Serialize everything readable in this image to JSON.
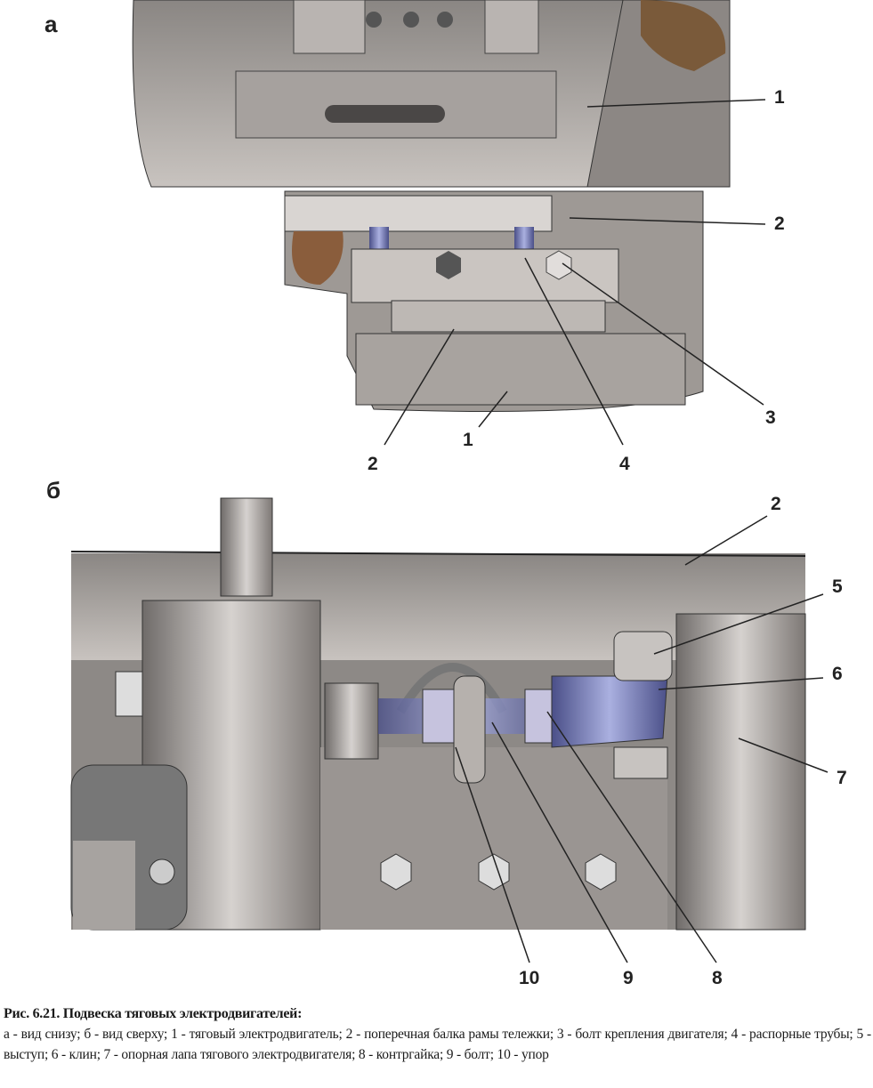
{
  "figure": {
    "panel_a_letter": "а",
    "panel_b_letter": "б",
    "callouts_a": [
      "1",
      "2",
      "3",
      "4",
      "1",
      "2"
    ],
    "callouts_b": [
      "2",
      "5",
      "6",
      "7",
      "8",
      "9",
      "10"
    ],
    "caption_title": "Рис. 6.21. Подвеска тяговых электродвигателей:",
    "caption_body": "а - вид снизу; б - вид сверху; 1 - тяговый электродвигатель; 2 - поперечная балка рамы тележки; 3 - болт крепления двигателя; 4 - распорные трубы; 5 - выступ; 6 - клин; 7 - опорная лапа тягового электродвигателя; 8 - контргайка; 9 - болт; 10 - упор"
  }
}
